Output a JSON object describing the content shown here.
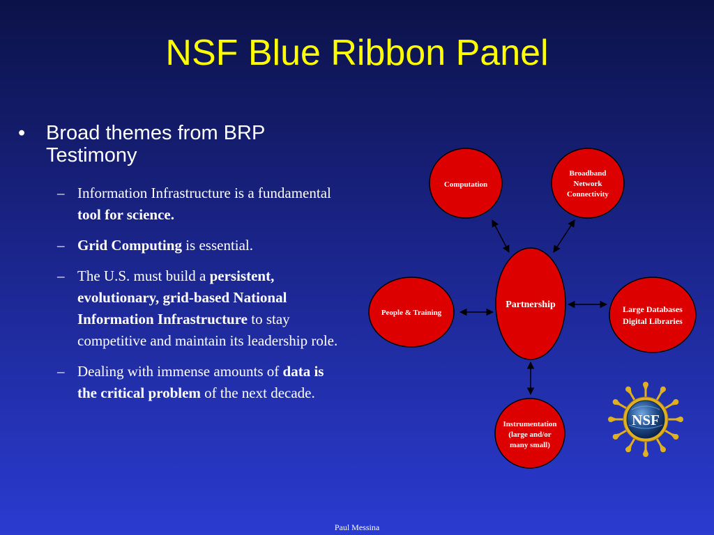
{
  "slide": {
    "title": "NSF Blue Ribbon Panel",
    "bullet": {
      "marker": "•",
      "text": "Broad themes from BRP Testimony"
    },
    "sub_marker": "–",
    "sub_items": [
      {
        "segments": [
          {
            "text": "Information Infrastructure is a fundamental ",
            "bold": false
          },
          {
            "text": "tool for science.",
            "bold": true
          }
        ]
      },
      {
        "segments": [
          {
            "text": "Grid Computing",
            "bold": true
          },
          {
            "text": " is essential.",
            "bold": false
          }
        ]
      },
      {
        "segments": [
          {
            "text": "The U.S. must build a ",
            "bold": false
          },
          {
            "text": "persistent, evolutionary, grid-based National Information Infrastructure",
            "bold": true
          },
          {
            "text": " to stay competitive and maintain its leadership role.",
            "bold": false
          }
        ]
      },
      {
        "segments": [
          {
            "text": "Dealing with immense amounts of ",
            "bold": false
          },
          {
            "text": "data is the critical problem",
            "bold": true
          },
          {
            "text": " of the next decade.",
            "bold": false
          }
        ]
      }
    ],
    "footer": "Paul Messina"
  },
  "diagram": {
    "node_color": "#dd0000",
    "node_border": "#000000",
    "center": {
      "lines": [
        "Partnership"
      ]
    },
    "nodes": [
      {
        "id": "computation",
        "lines": [
          "Computation"
        ]
      },
      {
        "id": "broadband",
        "lines": [
          "Broadband",
          "Network",
          "Connectivity"
        ]
      },
      {
        "id": "people",
        "lines": [
          "People & Training"
        ]
      },
      {
        "id": "databases",
        "lines": [
          "Large Databases",
          "Digital Libraries"
        ]
      },
      {
        "id": "instrumentation",
        "lines": [
          "Instrumentation",
          "(large and/or",
          "many small)"
        ]
      }
    ],
    "arrows": "bidirectional"
  },
  "logo": {
    "text": "NSF",
    "colors": {
      "ring": "#e0b020",
      "globe": "#1e4a8a",
      "text": "#ffffff"
    }
  }
}
